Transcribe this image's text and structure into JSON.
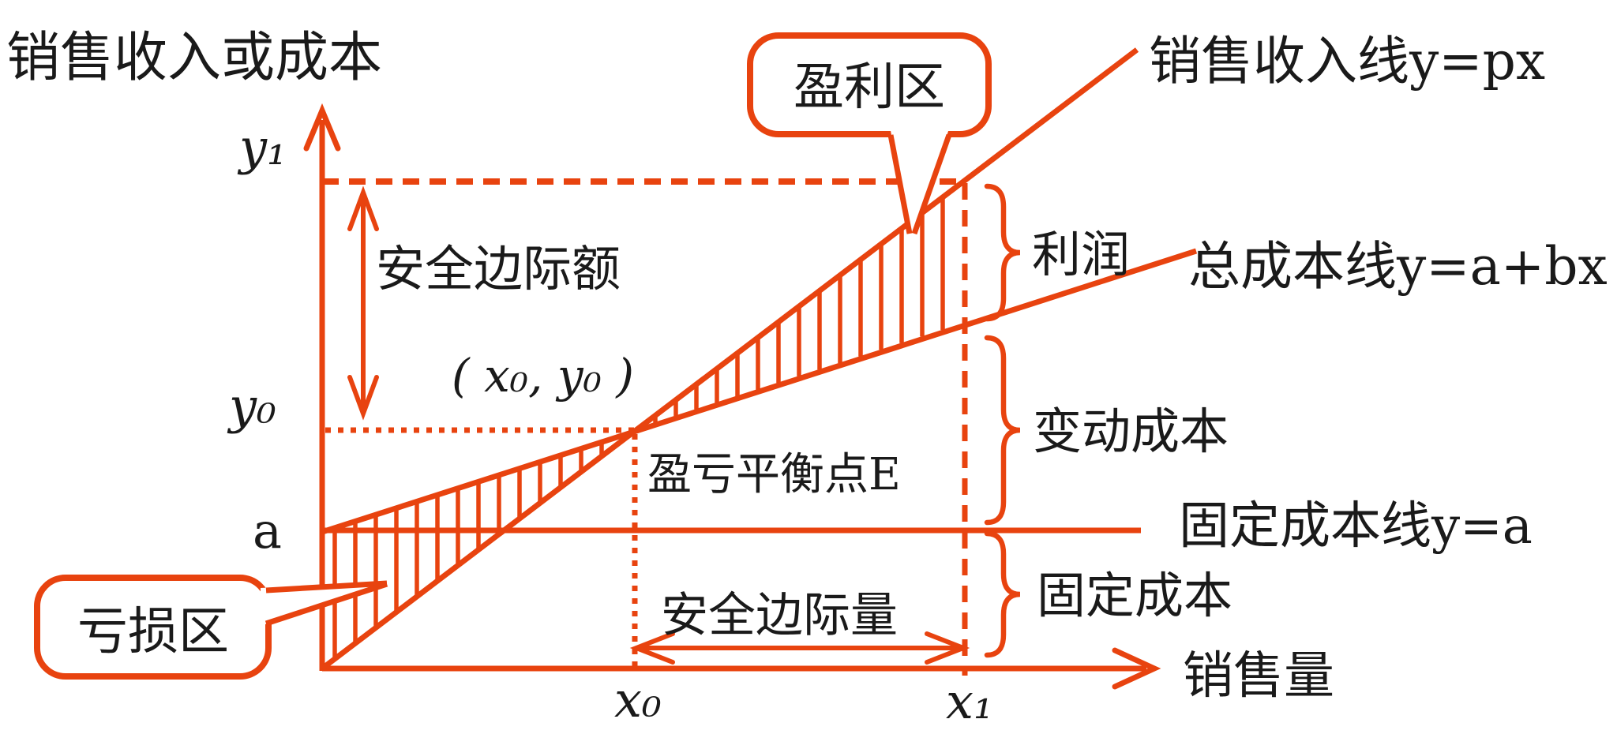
{
  "colors": {
    "line_red": "#E8430F",
    "text_black": "#1A1A1A",
    "background": "#FFFFFF"
  },
  "labels": {
    "y_axis_title": "销售收入或成本",
    "x_axis_title": "销售量",
    "revenue_line": "销售收入线y=px",
    "total_cost_line": "总成本线y=a+bx",
    "fixed_cost_line": "固定成本线y=a",
    "profit_zone": "盈利区",
    "loss_zone": "亏损区",
    "profit": "利润",
    "variable_cost": "变动成本",
    "fixed_cost": "固定成本",
    "break_even_point": "盈亏平衡点E",
    "safety_margin_amount": "安全边际额",
    "safety_margin_quantity": "安全边际量",
    "coord_point": "( x₀, y₀ )",
    "tick_y1": "y₁",
    "tick_y0": "y₀",
    "tick_a": "a",
    "tick_x0": "x₀",
    "tick_x1": "x₁"
  },
  "chart_data": {
    "type": "diagram",
    "subtype": "break-even (CVP) analysis schematic",
    "axes": {
      "x": "销售量",
      "y": "销售收入或成本"
    },
    "lines": [
      {
        "name": "销售收入线",
        "equation": "y=px"
      },
      {
        "name": "总成本线",
        "equation": "y=a+bx"
      },
      {
        "name": "固定成本线",
        "equation": "y=a"
      }
    ],
    "points": [
      {
        "name": "盈亏平衡点E",
        "coordinates": "( x₀, y₀ )"
      }
    ],
    "regions": [
      "盈利区",
      "亏损区"
    ],
    "measures": [
      "安全边际额",
      "安全边际量",
      "利润",
      "变动成本",
      "固定成本"
    ],
    "axis_ticks": {
      "y": [
        "y₁",
        "y₀",
        "a"
      ],
      "x": [
        "x₀",
        "x₁"
      ]
    },
    "grid": false,
    "legend": false
  }
}
